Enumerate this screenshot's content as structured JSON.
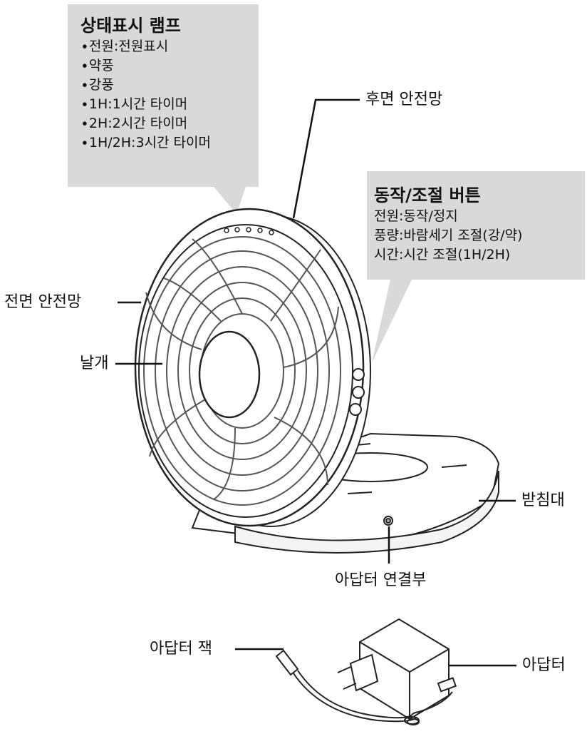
{
  "status_lamp": {
    "title": "상태표시 램프",
    "items": [
      "∙전원:전원표시",
      "∙약풍",
      "∙강풍",
      "∙1H:1시간 타이머",
      "∙2H:2시간 타이머",
      "∙1H/2H:3시간 타이머"
    ]
  },
  "control_buttons": {
    "title": "동작/조절 버튼",
    "items": [
      "전원:동작/정지",
      "풍량:바람세기 조절(강/약)",
      "시간:시간 조절(1H/2H)"
    ]
  },
  "labels": {
    "rear_guard": "후면 안전망",
    "front_guard": "전면 안전망",
    "blade": "날개",
    "stand": "받침대",
    "adapter_port": "아답터 연결부",
    "adapter_jack": "아답터 잭",
    "adapter": "아답터"
  }
}
